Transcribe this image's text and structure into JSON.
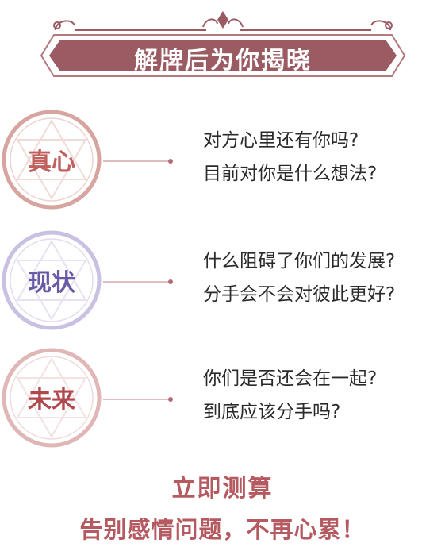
{
  "banner": {
    "title": "解牌后为你揭晓"
  },
  "rows": [
    {
      "label": "真心",
      "color": "#c0605f",
      "lines": [
        "对方心里还有你吗?",
        "目前对你是什么想法?"
      ]
    },
    {
      "label": "现状",
      "color": "#6a5aa6",
      "lines": [
        "什么阻碍了你们的发展?",
        "分手会不会对彼此更好?"
      ]
    },
    {
      "label": "未来",
      "color": "#b0484c",
      "lines": [
        "你们是否还会在一起?",
        "到底应该分手吗?"
      ]
    }
  ],
  "footer": {
    "cta": "立即测算",
    "tagline": "告别感情问题，不再心累！"
  },
  "colors": {
    "banner": "#9b5b62",
    "banner_border": "#b47a80",
    "connector": "#b36a72",
    "text": "#2a2a2a",
    "accent": "#b55a60"
  }
}
